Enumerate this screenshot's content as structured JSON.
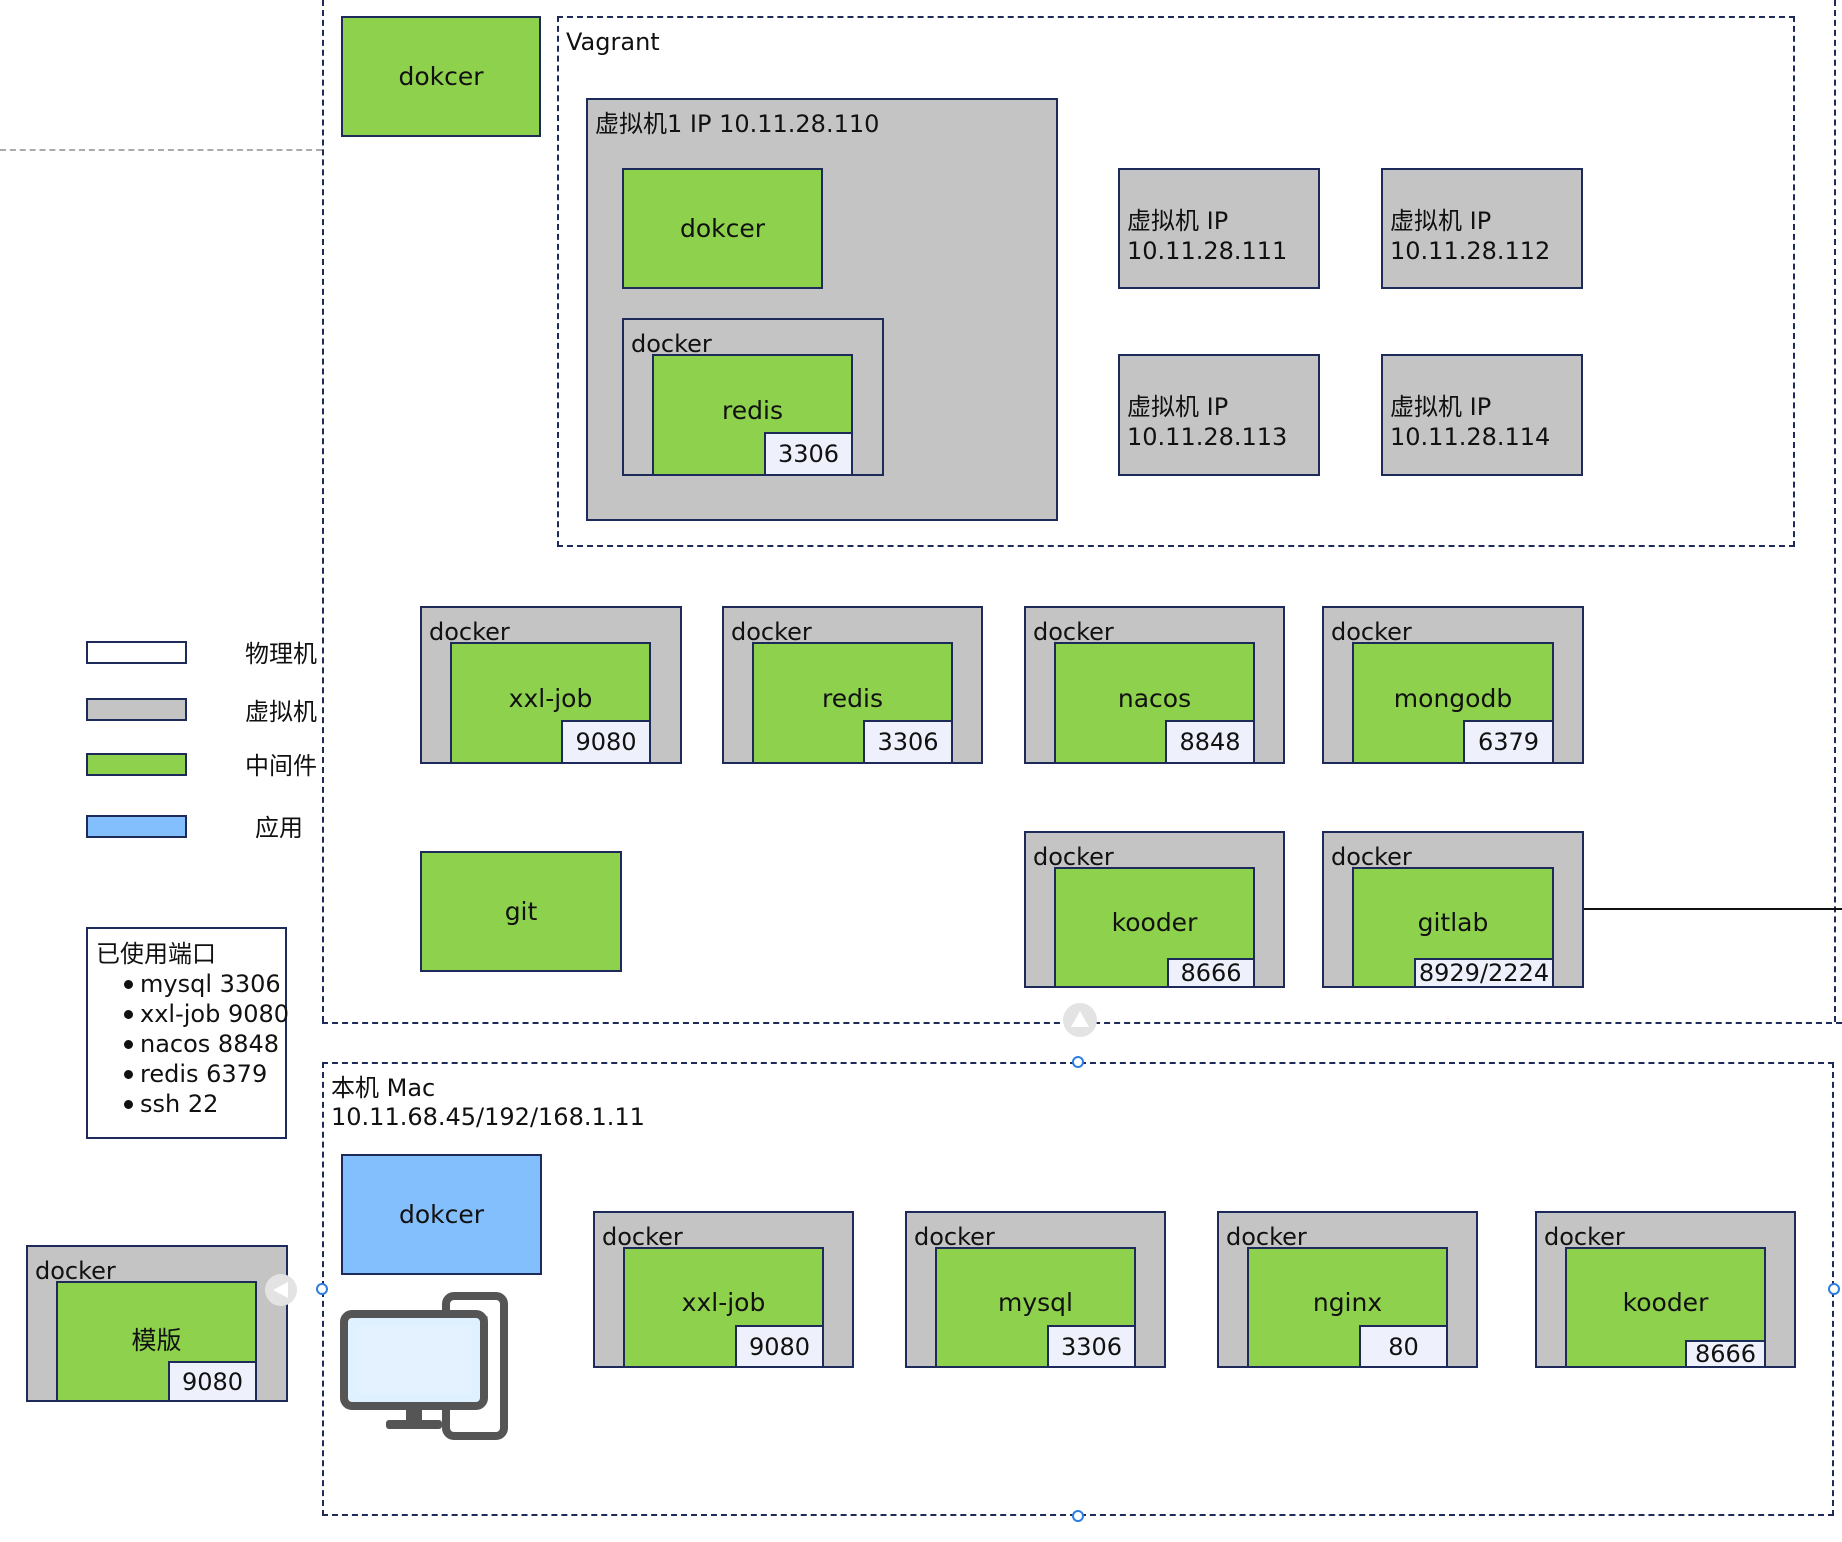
{
  "colors": {
    "border": "#1e2a5a",
    "vm_gray": "#c4c4c4",
    "middleware_green": "#8ed14d",
    "app_blue": "#82bffc",
    "port_bg": "#eef0fb",
    "physical_white": "#ffffff"
  },
  "top_dokcer": "dokcer",
  "vagrant": {
    "label": "Vagrant",
    "vm1": {
      "title": "虚拟机1 IP 10.11.28.110",
      "dokcer": "dokcer",
      "docker_label": "docker",
      "redis": "redis",
      "redis_port": "3306"
    },
    "vms": [
      "虚拟机 IP\n10.11.28.111",
      "虚拟机 IP\n10.11.28.112",
      "虚拟机 IP\n10.11.28.113",
      "虚拟机 IP\n10.11.28.114"
    ]
  },
  "middle_containers": [
    {
      "docker": "docker",
      "name": "xxl-job",
      "port": "9080"
    },
    {
      "docker": "docker",
      "name": "redis",
      "port": "3306"
    },
    {
      "docker": "docker",
      "name": "nacos",
      "port": "8848"
    },
    {
      "docker": "docker",
      "name": "mongodb",
      "port": "6379"
    },
    {
      "docker": "docker",
      "name": "kooder",
      "port": "8666"
    },
    {
      "docker": "docker",
      "name": "gitlab",
      "port": "8929/2224"
    }
  ],
  "git": "git",
  "legend": [
    {
      "label": "物理机",
      "color": "#ffffff"
    },
    {
      "label": "虚拟机",
      "color": "#c4c4c4"
    },
    {
      "label": "中间件",
      "color": "#8ed14d"
    },
    {
      "label": "应用",
      "color": "#82bffc"
    }
  ],
  "used_ports": {
    "title": "已使用端口",
    "items": [
      "mysql 3306",
      "xxl-job 9080",
      "nacos 8848",
      "redis 6379",
      "ssh 22"
    ]
  },
  "template": {
    "docker": "docker",
    "name": "模版",
    "port": "9080"
  },
  "mac": {
    "title_line1": "本机 Mac",
    "title_line2": "10.11.68.45/192/168.1.11",
    "dokcer": "dokcer",
    "containers": [
      {
        "docker": "docker",
        "name": "xxl-job",
        "port": "9080"
      },
      {
        "docker": "docker",
        "name": "mysql",
        "port": "3306"
      },
      {
        "docker": "docker",
        "name": "nginx",
        "port": "80"
      },
      {
        "docker": "docker",
        "name": "kooder",
        "port": "8666"
      }
    ]
  }
}
